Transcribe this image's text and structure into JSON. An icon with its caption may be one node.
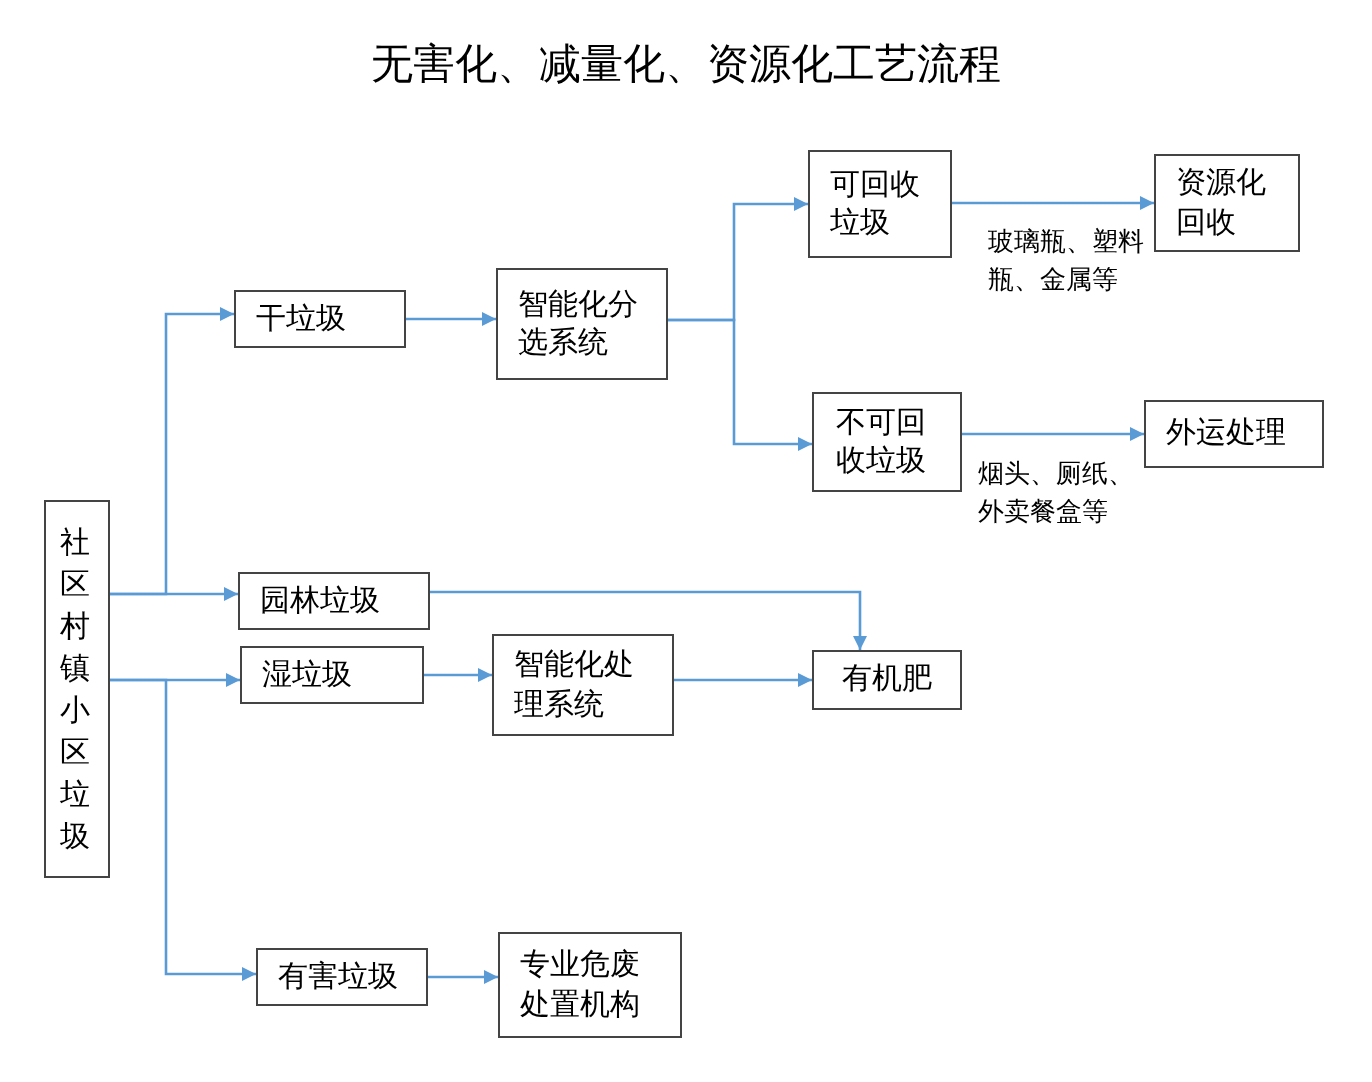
{
  "diagram": {
    "title": "无害化、减量化、资源化工艺流程",
    "nodes": [
      {
        "text": [
          "社区村镇小区垃圾"
        ]
      },
      {
        "text": [
          "干垃圾"
        ]
      },
      {
        "text": [
          "智能化分选系统"
        ]
      },
      {
        "text": [
          "可回收垃圾"
        ]
      },
      {
        "text": [
          "资源化回收"
        ]
      },
      {
        "text": [
          "不可回收垃圾"
        ]
      },
      {
        "text": [
          "外运处理"
        ]
      },
      {
        "text": [
          "园林垃圾"
        ]
      },
      {
        "text": [
          "湿垃圾"
        ]
      },
      {
        "text": [
          "智能化处理系统"
        ]
      },
      {
        "text": [
          "有机肥"
        ]
      },
      {
        "text": [
          "有害垃圾"
        ]
      },
      {
        "text": [
          "专业危废处置机构"
        ]
      }
    ],
    "edges": [
      {
        "from": 0,
        "to": 1,
        "arrow": "to"
      },
      {
        "from": 0,
        "to": 7,
        "arrow": "to"
      },
      {
        "from": 0,
        "to": 8,
        "arrow": "to"
      },
      {
        "from": 0,
        "to": 11,
        "arrow": "to"
      },
      {
        "from": 1,
        "to": 2,
        "arrow": "to"
      },
      {
        "from": 2,
        "to": 3,
        "arrow": "to"
      },
      {
        "from": 2,
        "to": 5,
        "arrow": "to"
      },
      {
        "from": 3,
        "to": 4,
        "arrow": "to",
        "label": "玻璃瓶、塑料瓶、金属等"
      },
      {
        "from": 5,
        "to": 6,
        "arrow": "to",
        "label": "烟头、厕纸、外卖餐盒等"
      },
      {
        "from": 7,
        "to": 10,
        "arrow": "to"
      },
      {
        "from": 8,
        "to": 9,
        "arrow": "to"
      },
      {
        "from": 9,
        "to": 10,
        "arrow": "to"
      },
      {
        "from": 11,
        "to": 12,
        "arrow": "to"
      }
    ]
  }
}
